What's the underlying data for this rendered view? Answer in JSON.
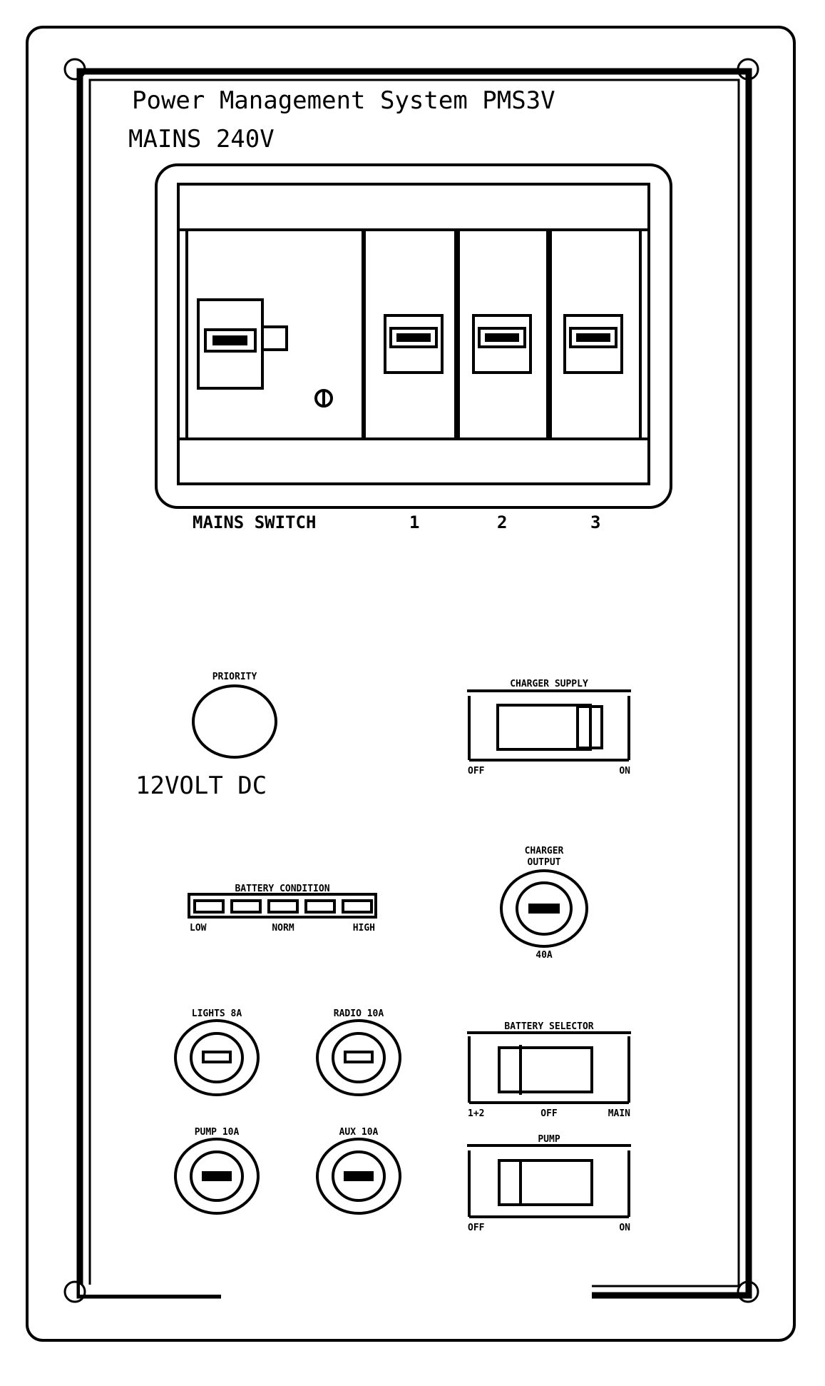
{
  "title": "Power Management System PMS3V",
  "subtitle": "MAINS 240V",
  "breakers": {
    "mains_label": "MAINS SWITCH",
    "circuits": [
      "1",
      "2",
      "3"
    ]
  },
  "priority": {
    "label": "PRIORITY",
    "caption": "12VOLT DC"
  },
  "charger_supply": {
    "label": "CHARGER SUPPLY",
    "off": "OFF",
    "on": "ON"
  },
  "charger_output": {
    "label_line1": "CHARGER",
    "label_line2": "OUTPUT",
    "rating": "40A"
  },
  "battery_condition": {
    "label": "BATTERY CONDITION",
    "low": "LOW",
    "norm": "NORM",
    "high": "HIGH"
  },
  "fuses": [
    "LIGHTS 8A",
    "RADIO 10A",
    "PUMP 10A",
    "AUX 10A"
  ],
  "battery_selector": {
    "label": "BATTERY SELECTOR",
    "positions": [
      "1+2",
      "OFF",
      "MAIN"
    ]
  },
  "pump": {
    "label": "PUMP",
    "off": "OFF",
    "on": "ON"
  }
}
